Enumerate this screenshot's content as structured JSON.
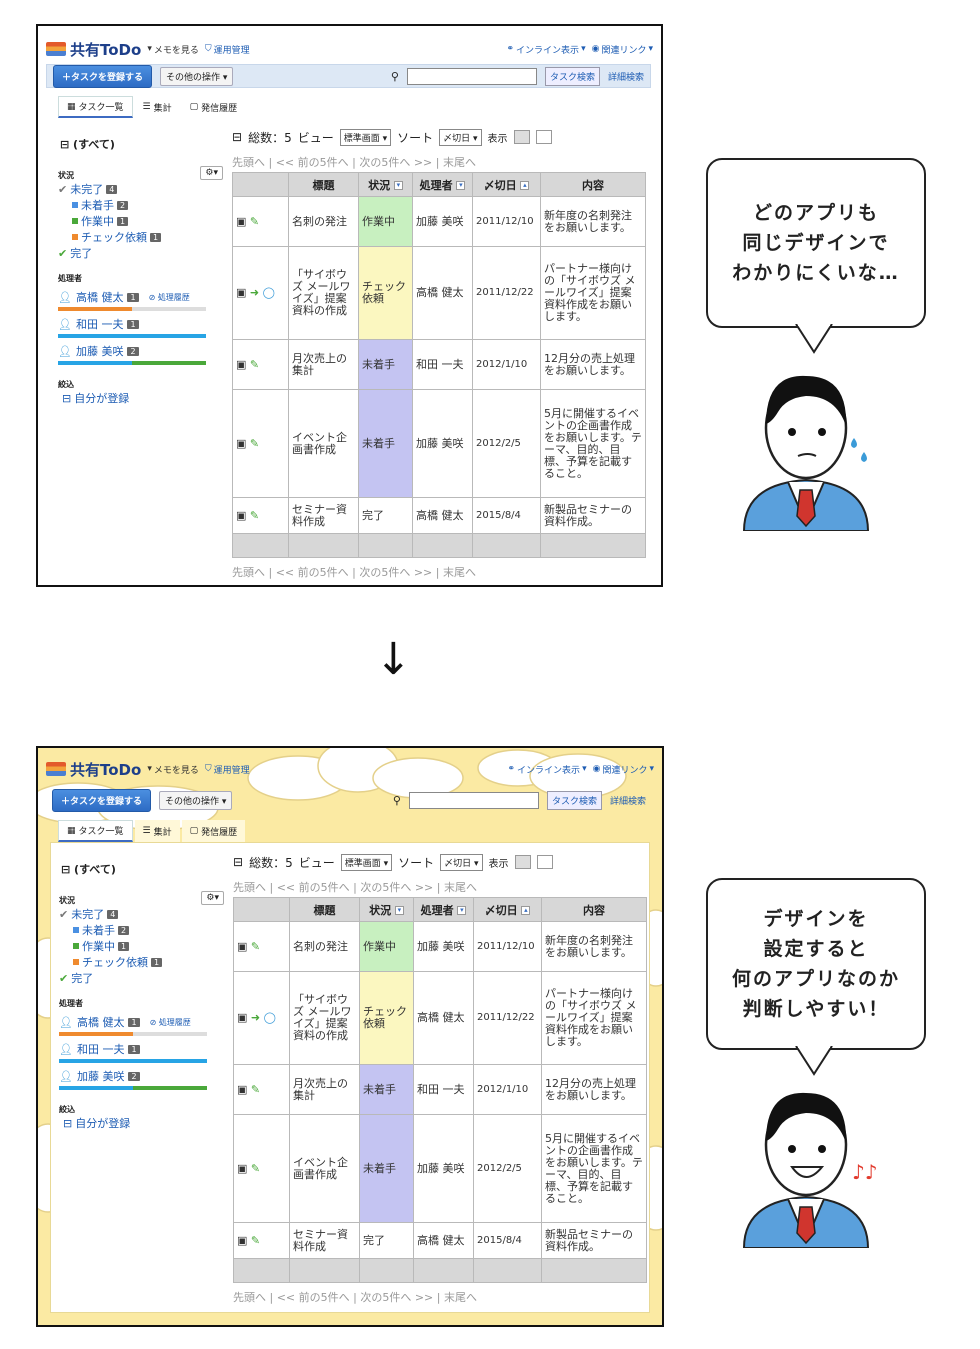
{
  "app": {
    "title": "共有ToDo",
    "memo_link": "メモを見る",
    "admin_link": "運用管理",
    "inline_view": "インライン表示",
    "related_links": "関連リンク",
    "add_task_button": "タスクを登録する",
    "other_ops": "その他の操作",
    "search_button": "タスク検索",
    "advanced_search": "詳細検索",
    "tabs": [
      "タスク一覧",
      "集計",
      "発信履歴"
    ],
    "all_label": "(すべて)",
    "status_section": "状況",
    "status_items": [
      {
        "label": "未完了",
        "count": "4"
      },
      {
        "label": "未着手",
        "count": "2"
      },
      {
        "label": "作業中",
        "count": "1"
      },
      {
        "label": "チェック依頼",
        "count": "1"
      },
      {
        "label": "完了",
        "count": ""
      }
    ],
    "assignee_section": "処理者",
    "assignees": [
      {
        "name": "高橋 健太",
        "count": "1",
        "extra": "処理履歴"
      },
      {
        "name": "和田 一夫",
        "count": "1",
        "extra": ""
      },
      {
        "name": "加藤 美咲",
        "count": "2",
        "extra": ""
      }
    ],
    "filter_section": "絞込",
    "filter_item": "自分が登録",
    "total_label": "総数：5",
    "view_label": "ビュー",
    "view_value": "標準画面",
    "sort_label": "ソート",
    "sort_value": "〆切日",
    "display_label": "表示",
    "pager_text": "先頭へ | << 前の5件へ | 次の5件へ >> | 末尾へ",
    "columns": [
      "",
      "標題",
      "状況",
      "処理者",
      "〆切日",
      "内容"
    ],
    "rows": [
      {
        "title": "名刺の発注",
        "status": "作業中",
        "assignee": "加藤 美咲",
        "due": "2011/12/10",
        "content": "新年度の名刺発注をお願いします。"
      },
      {
        "title": "「サイボウズ メールワイズ」提案資料の作成",
        "status": "チェック依頼",
        "assignee": "高橋 健太",
        "due": "2011/12/22",
        "content": "パートナー様向けの「サイボウズ メールワイズ」提案資料作成をお願いします。"
      },
      {
        "title": "月次売上の集計",
        "status": "未着手",
        "assignee": "和田 一夫",
        "due": "2012/1/10",
        "content": "12月分の売上処理をお願いします。"
      },
      {
        "title": "イベント企画書作成",
        "status": "未着手",
        "assignee": "加藤 美咲",
        "due": "2012/2/5",
        "content": "5月に開催するイベントの企画書作成をお願いします。テーマ、目的、目標、予算を記載すること。"
      },
      {
        "title": "セミナー資料作成",
        "status": "完了",
        "assignee": "高橋 健太",
        "due": "2015/8/4",
        "content": "新製品セミナーの資料作成。"
      }
    ]
  },
  "bubble1": [
    "どのアプリも",
    "同じデザインで",
    "わかりにくいな…"
  ],
  "bubble2": [
    "デザインを",
    "設定すると",
    "何のアプリなのか",
    "判断しやすい！"
  ],
  "arrow": "↓",
  "colors": {
    "working": "#c8f0c0",
    "check": "#fbf7c0",
    "notstarted": "#c4c4f2",
    "theme_bg": "#fbeaa3"
  }
}
